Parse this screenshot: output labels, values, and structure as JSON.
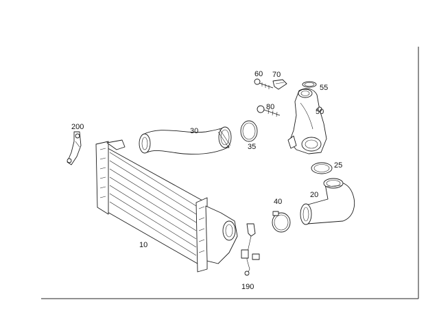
{
  "diagram": {
    "callouts": {
      "c10": "10",
      "c20": "20",
      "c25": "25",
      "c30": "30",
      "c35": "35",
      "c40": "40",
      "c50": "50",
      "c55": "55",
      "c60": "60",
      "c70": "70",
      "c80": "80",
      "c190": "190",
      "c200": "200"
    },
    "colors": {
      "line": "#1a1a1a",
      "background": "#ffffff"
    }
  }
}
